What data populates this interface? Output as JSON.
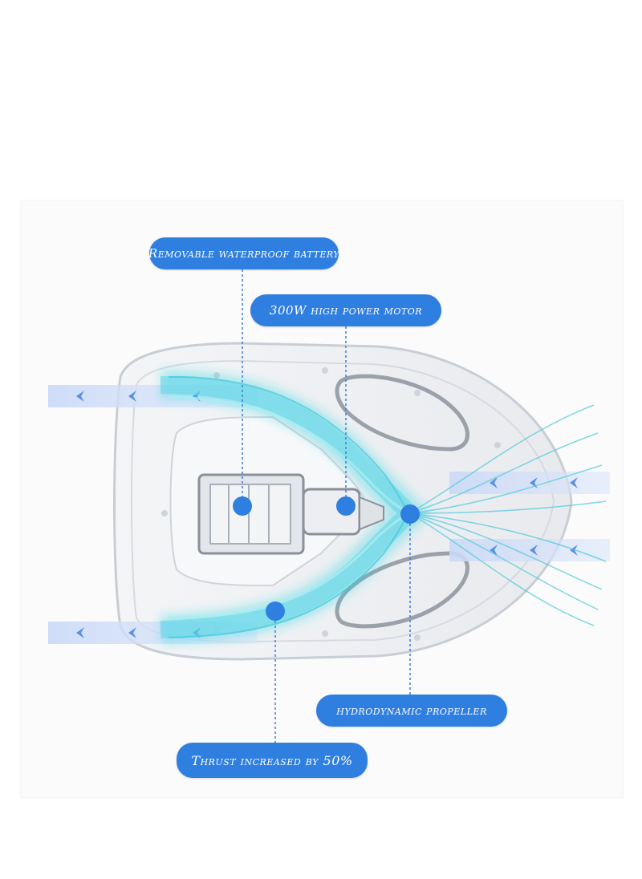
{
  "labels": {
    "battery": "Removable waterproof battery",
    "motor": "300W high power motor",
    "propeller": "hydrodynamic propeller",
    "thrust": "Thrust increased by 50%"
  },
  "colors": {
    "label_fill": "#2f7fe0",
    "flow_cyan": "#2fd4e0",
    "flow_blue": "#8fb4f0",
    "body_outline": "#c9ced4"
  }
}
